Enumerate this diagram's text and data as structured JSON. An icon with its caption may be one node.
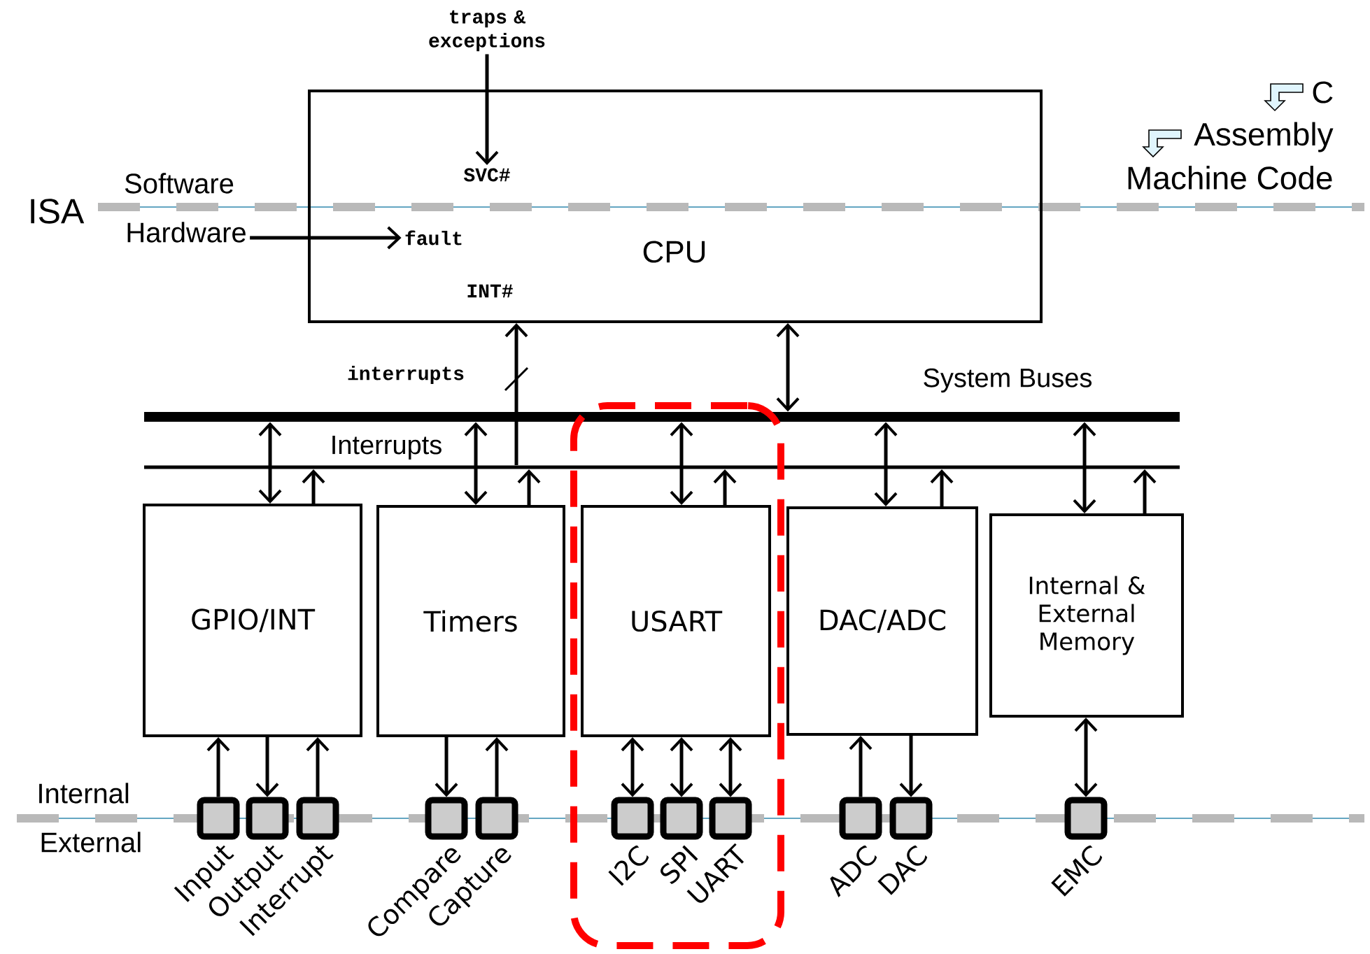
{
  "diagram": {
    "nodes": [
      {
        "text": [
          "CPU"
        ]
      },
      {
        "text": [
          "SVC#"
        ],
        "in": 0
      },
      {
        "text": [
          "fault"
        ],
        "in": 0
      },
      {
        "text": [
          "INT#"
        ],
        "in": 0
      },
      {
        "text": [
          "traps & exceptions"
        ]
      },
      {
        "text": [
          "Hardware"
        ]
      },
      {
        "text": [
          "System Buses"
        ]
      },
      {
        "text": [
          "Interrupts"
        ]
      },
      {
        "text": [],
        "shape": "box"
      },
      {
        "text": [
          "GPIO/INT"
        ]
      },
      {
        "text": [
          "Timers"
        ]
      },
      {
        "text": [
          "USART"
        ],
        "in": 8
      },
      {
        "text": [
          "DAC/ADC"
        ]
      },
      {
        "text": [
          "Internal & External Memory"
        ]
      },
      {
        "text": [
          "Input"
        ]
      },
      {
        "text": [
          "Output"
        ]
      },
      {
        "text": [
          "Interrupt"
        ]
      },
      {
        "text": [
          "Compare"
        ]
      },
      {
        "text": [
          "Capture"
        ]
      },
      {
        "text": [
          "I2C"
        ],
        "in": 8
      },
      {
        "text": [
          "SPI"
        ],
        "in": 8
      },
      {
        "text": [
          "UART"
        ],
        "in": 8
      },
      {
        "text": [
          "ADC"
        ]
      },
      {
        "text": [
          "DAC"
        ]
      },
      {
        "text": [
          "EMC"
        ]
      }
    ],
    "edges": [
      {
        "from": 4,
        "to": 1,
        "arrow": "to"
      },
      {
        "from": 5,
        "to": 2,
        "arrow": "to"
      },
      {
        "from": 7,
        "to": 0,
        "arrow": "to",
        "label": "interrupts"
      },
      {
        "from": 0,
        "to": 6,
        "arrow": "both"
      },
      {
        "from": 6,
        "to": 9,
        "arrow": "both"
      },
      {
        "from": 6,
        "to": 10,
        "arrow": "both"
      },
      {
        "from": 6,
        "to": 11,
        "arrow": "both"
      },
      {
        "from": 6,
        "to": 12,
        "arrow": "both"
      },
      {
        "from": 6,
        "to": 13,
        "arrow": "both"
      },
      {
        "from": 9,
        "to": 7,
        "arrow": "to"
      },
      {
        "from": 10,
        "to": 7,
        "arrow": "to"
      },
      {
        "from": 11,
        "to": 7,
        "arrow": "to"
      },
      {
        "from": 12,
        "to": 7,
        "arrow": "to"
      },
      {
        "from": 13,
        "to": 7,
        "arrow": "to"
      },
      {
        "from": 14,
        "to": 9,
        "arrow": "to"
      },
      {
        "from": 9,
        "to": 15,
        "arrow": "to"
      },
      {
        "from": 16,
        "to": 9,
        "arrow": "to"
      },
      {
        "from": 10,
        "to": 17,
        "arrow": "to"
      },
      {
        "from": 18,
        "to": 10,
        "arrow": "to"
      },
      {
        "from": 11,
        "to": 19,
        "arrow": "both"
      },
      {
        "from": 11,
        "to": 20,
        "arrow": "both"
      },
      {
        "from": 11,
        "to": 21,
        "arrow": "both"
      },
      {
        "from": 22,
        "to": 12,
        "arrow": "to"
      },
      {
        "from": 12,
        "to": 23,
        "arrow": "to"
      },
      {
        "from": 13,
        "to": 24,
        "arrow": "both"
      }
    ],
    "labels": [
      "C",
      "Assembly",
      "Machine Code",
      "Software",
      "ISA",
      "Internal",
      "External"
    ]
  }
}
